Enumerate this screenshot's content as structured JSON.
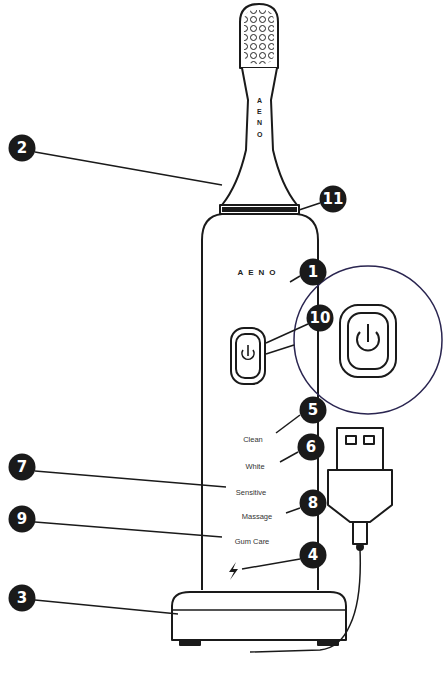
{
  "diagram": {
    "labels": [
      "2",
      "11",
      "AENO",
      "AENO",
      "1",
      "10",
      "5",
      "Clean",
      "6",
      "White",
      "7",
      "Sensitive",
      "8",
      "Massage",
      "9",
      "Gum Care",
      "4",
      "3"
    ]
  }
}
